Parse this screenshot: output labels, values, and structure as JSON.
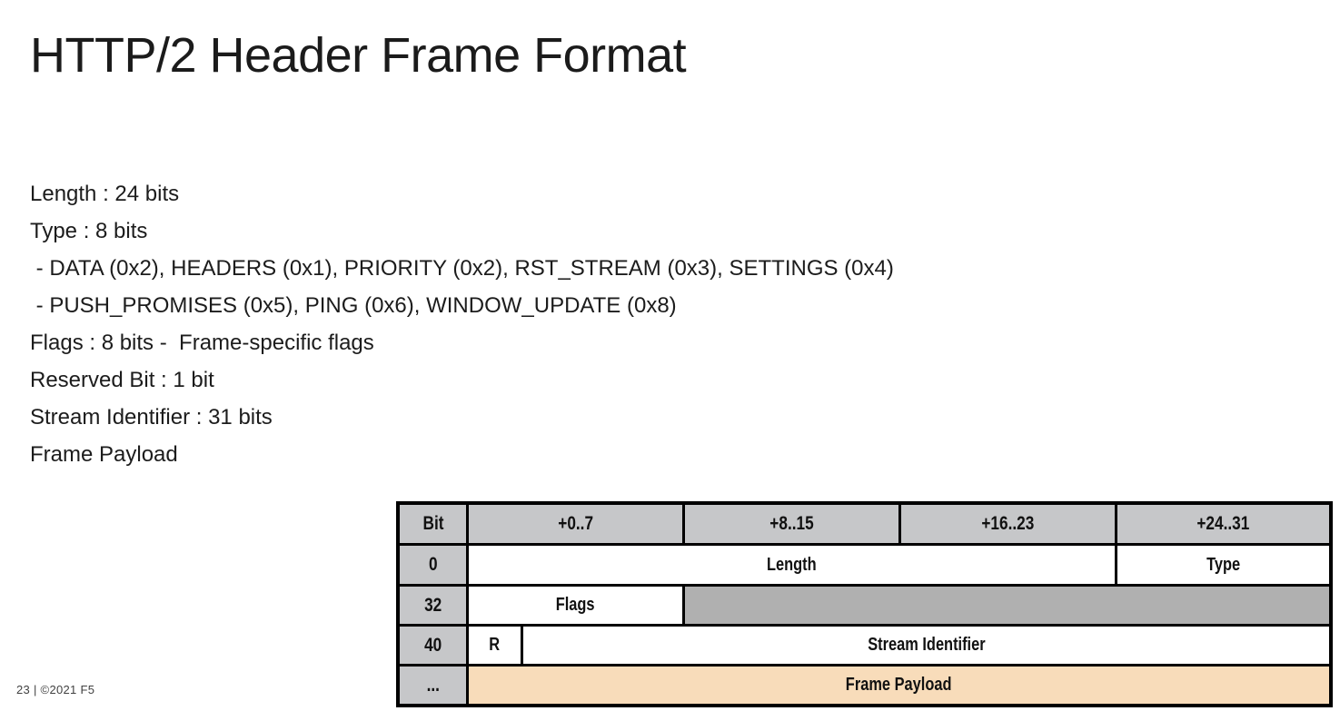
{
  "slide": {
    "title": "HTTP/2 Header Frame Format",
    "body_lines": [
      "Length : 24 bits",
      "Type : 8 bits",
      " - DATA (0x2), HEADERS (0x1), PRIORITY (0x2), RST_STREAM (0x3), SETTINGS (0x4)",
      " - PUSH_PROMISES (0x5), PING (0x6), WINDOW_UPDATE (0x8)",
      "Flags : 8 bits -  Frame-specific flags",
      "Reserved Bit : 1 bit",
      "Stream Identifier : 31 bits",
      "Frame Payload"
    ],
    "footer": "23 | ©2021 F5"
  },
  "frame_table": {
    "header": {
      "bit": "Bit",
      "cols": [
        "+0..7",
        "+8..15",
        "+16..23",
        "+24..31"
      ]
    },
    "rows": {
      "row0": {
        "bit": "0",
        "length": "Length",
        "type": "Type"
      },
      "row32": {
        "bit": "32",
        "flags": "Flags"
      },
      "row40": {
        "bit": "40",
        "reserved": "R",
        "stream": "Stream Identifier"
      },
      "rowDots": {
        "bit": "...",
        "payload": "Frame Payload"
      }
    },
    "colors": {
      "header_bg": "#c6c7c9",
      "filler_bg": "#b0b0b0",
      "payload_bg": "#f8dcba",
      "white_bg": "#ffffff",
      "border": "#000000"
    }
  }
}
